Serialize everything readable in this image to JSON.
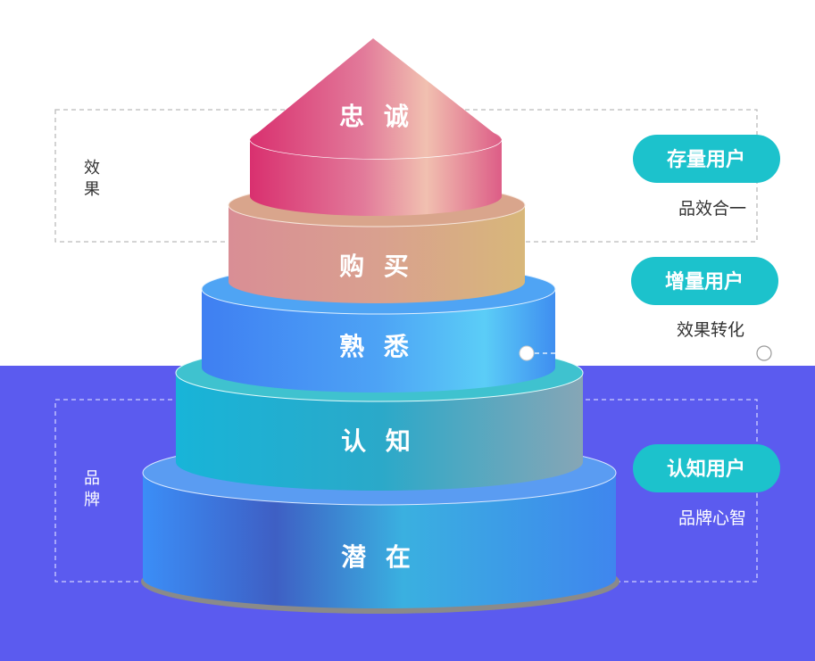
{
  "tiers": [
    {
      "label": "忠 诚"
    },
    {
      "label": "购 买"
    },
    {
      "label": "熟 悉"
    },
    {
      "label": "认 知"
    },
    {
      "label": "潜 在"
    }
  ],
  "groups": {
    "effect": {
      "label_top": "效",
      "label_bottom": "果"
    },
    "brand": {
      "label_top": "品",
      "label_bottom": "牌"
    }
  },
  "badges": [
    {
      "title": "存量用户",
      "subtitle": "品效合一"
    },
    {
      "title": "增量用户",
      "subtitle": "效果转化"
    },
    {
      "title": "认知用户",
      "subtitle": "品牌心智"
    }
  ],
  "colors": {
    "background_band": "#5b5bef",
    "badge": "#1cc2cc"
  }
}
